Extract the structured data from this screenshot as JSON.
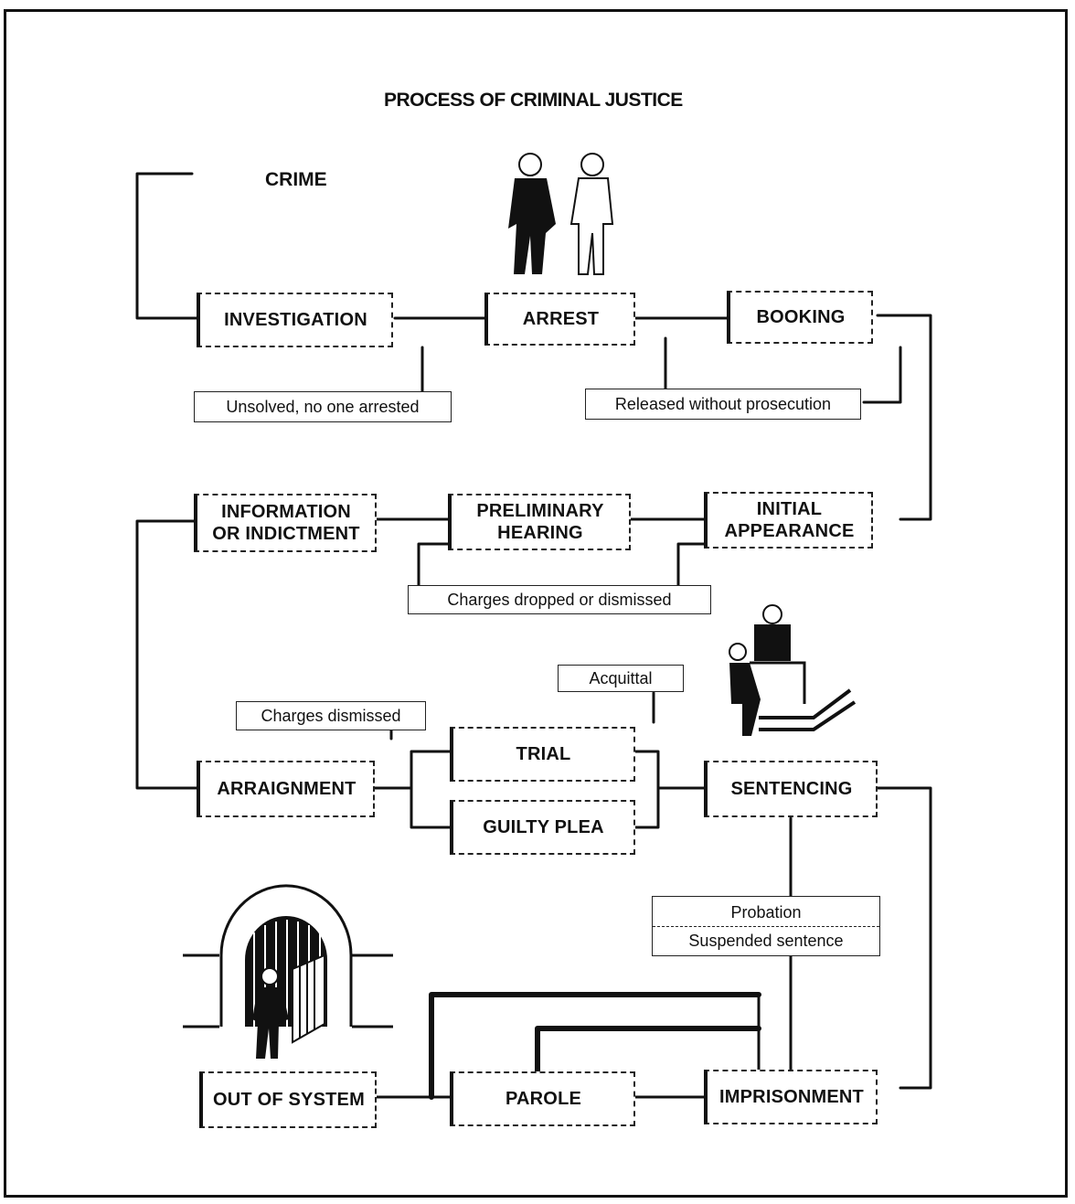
{
  "title": "PROCESS OF CRIMINAL JUSTICE",
  "start": "CRIME",
  "stages": {
    "investigation": "INVESTIGATION",
    "arrest": "ARREST",
    "booking": "BOOKING",
    "initial_appearance": "INITIAL\nAPPEARANCE",
    "preliminary_hearing": "PRELIMINARY\nHEARING",
    "information_indictment": "INFORMATION\nOR INDICTMENT",
    "arraignment": "ARRAIGNMENT",
    "trial": "TRIAL",
    "guilty_plea": "GUILTY PLEA",
    "sentencing": "SENTENCING",
    "imprisonment": "IMPRISONMENT",
    "parole": "PAROLE",
    "out_of_system": "OUT OF SYSTEM"
  },
  "outcomes": {
    "unsolved": "Unsolved, no one arrested",
    "released": "Released without prosecution",
    "charges_dropped": "Charges dropped or dismissed",
    "acquittal": "Acquittal",
    "charges_dismissed": "Charges dismissed",
    "probation": "Probation",
    "suspended": "Suspended sentence"
  }
}
